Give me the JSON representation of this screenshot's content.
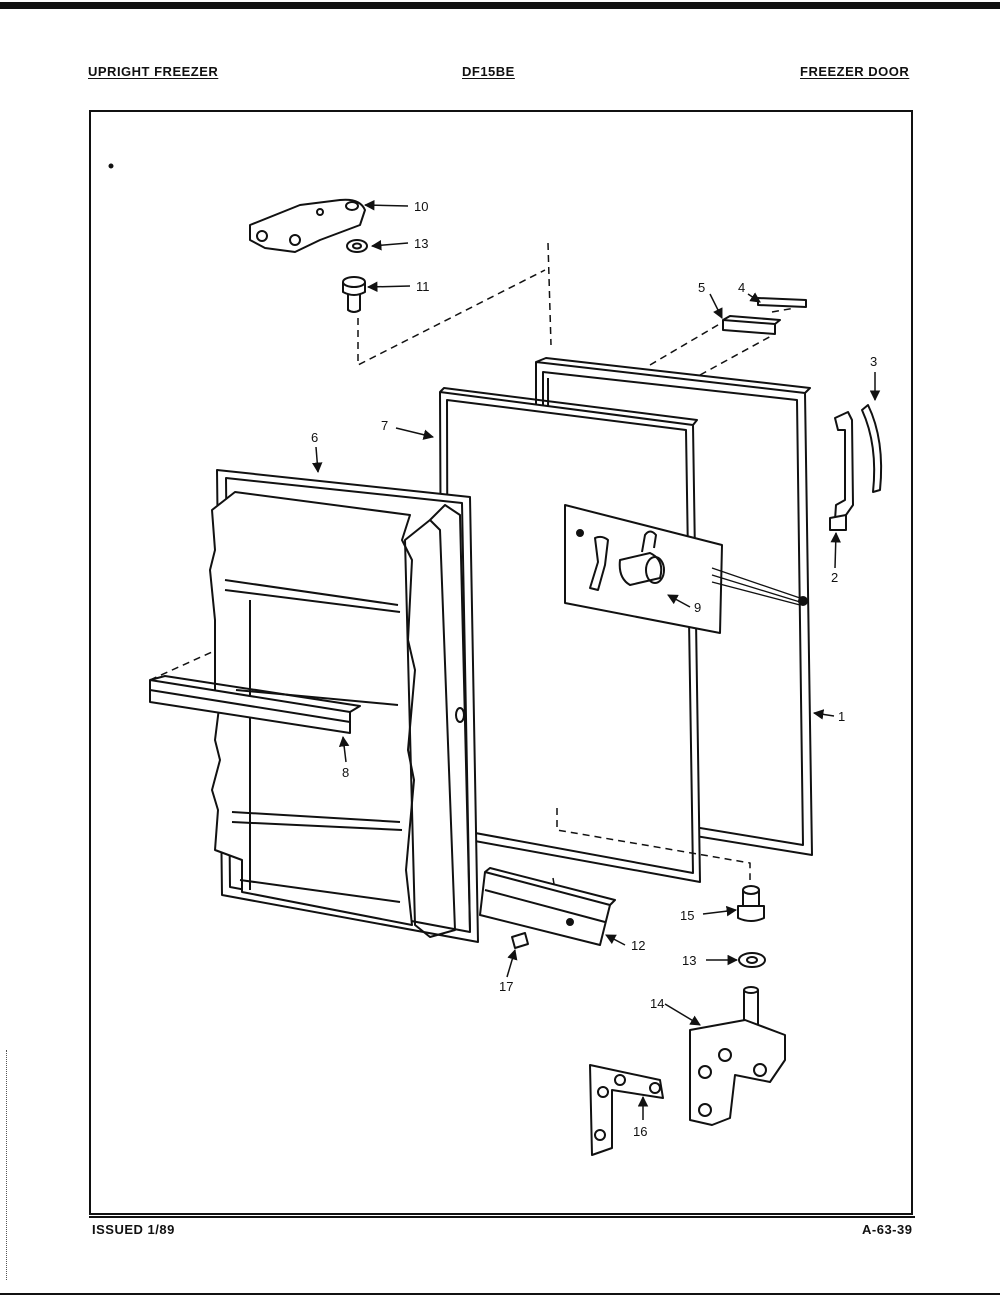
{
  "header": {
    "left": "UPRIGHT FREEZER",
    "center": "DF15BE",
    "right": "FREEZER DOOR"
  },
  "footer": {
    "left": "ISSUED 1/89",
    "right": "A-63-39"
  },
  "callouts": {
    "c1": "1",
    "c2": "2",
    "c3": "3",
    "c4": "4",
    "c5": "5",
    "c6": "6",
    "c7": "7",
    "c8": "8",
    "c9": "9",
    "c10": "10",
    "c11": "11",
    "c12": "12",
    "c13a": "13",
    "c13b": "13",
    "c14": "14",
    "c15": "15",
    "c16": "16",
    "c17": "17"
  }
}
